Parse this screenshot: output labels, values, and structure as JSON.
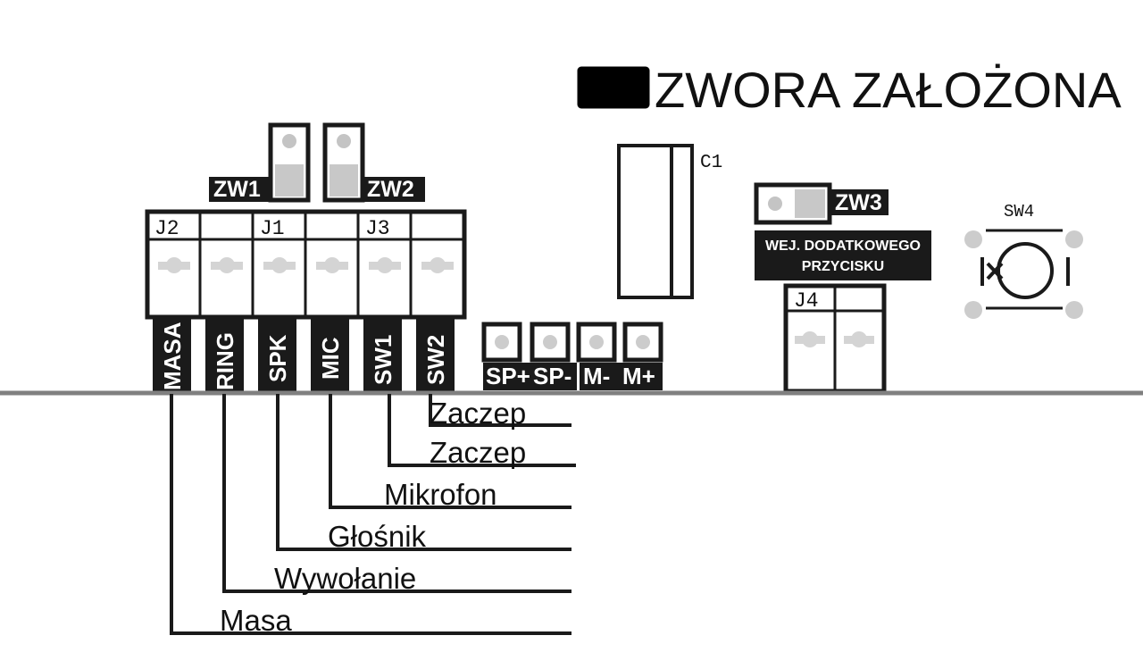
{
  "legend": {
    "text": "ZWORA ZAŁOŻONA",
    "swatch_name": "jumper-installed-swatch",
    "swatch_color": "#000000"
  },
  "colors": {
    "outline": "#1a1a1a",
    "label_bg": "#1a1a1a",
    "label_fg": "#ffffff",
    "pad_gray": "#cccccc",
    "jumper_block": "#c8c8c8",
    "pin_gray": "#c4c4c4",
    "ground_line": "#808080"
  },
  "jumpers": [
    {
      "id": "ZW1",
      "label": "ZW1",
      "orientation": "vertical",
      "label_side": "left"
    },
    {
      "id": "ZW2",
      "label": "ZW2",
      "orientation": "vertical",
      "label_side": "right"
    },
    {
      "id": "ZW3",
      "label": "ZW3",
      "orientation": "horizontal",
      "label_side": "right"
    }
  ],
  "main_terminal": {
    "connector_refs": [
      {
        "label": "J2",
        "cell": 0
      },
      {
        "label": "J1",
        "cell": 2
      },
      {
        "label": "J3",
        "cell": 4
      }
    ],
    "pins": [
      {
        "index": 0,
        "label": "MASA"
      },
      {
        "index": 1,
        "label": "RING"
      },
      {
        "index": 2,
        "label": "SPK"
      },
      {
        "index": 3,
        "label": "MIC"
      },
      {
        "index": 4,
        "label": "SW1"
      },
      {
        "index": 5,
        "label": "SW2"
      }
    ]
  },
  "solder_pads": [
    {
      "label": "SP+",
      "group": "speaker"
    },
    {
      "label": "SP-",
      "group": "speaker"
    },
    {
      "label": "M-",
      "group": "mic"
    },
    {
      "label": "M+",
      "group": "mic"
    }
  ],
  "components": [
    {
      "id": "C1",
      "label": "C1",
      "type": "capacitor"
    },
    {
      "id": "SW4",
      "label": "SW4",
      "type": "tactile-switch"
    }
  ],
  "aux_input": {
    "note_line_1": "WEJ. DODATKOWEGO",
    "note_line_2": "PRZYCISKU",
    "terminal_label": "J4",
    "terminal_positions": 2
  },
  "callouts": [
    {
      "label": "Zaczep",
      "pin": "SW2",
      "row": 0
    },
    {
      "label": "Zaczep",
      "pin": "SW1",
      "row": 1
    },
    {
      "label": "Mikrofon",
      "pin": "MIC",
      "row": 2
    },
    {
      "label": "Głośnik",
      "pin": "SPK",
      "row": 3
    },
    {
      "label": "Wywołanie",
      "pin": "RING",
      "row": 4
    },
    {
      "label": "Masa",
      "pin": "MASA",
      "row": 5
    }
  ]
}
